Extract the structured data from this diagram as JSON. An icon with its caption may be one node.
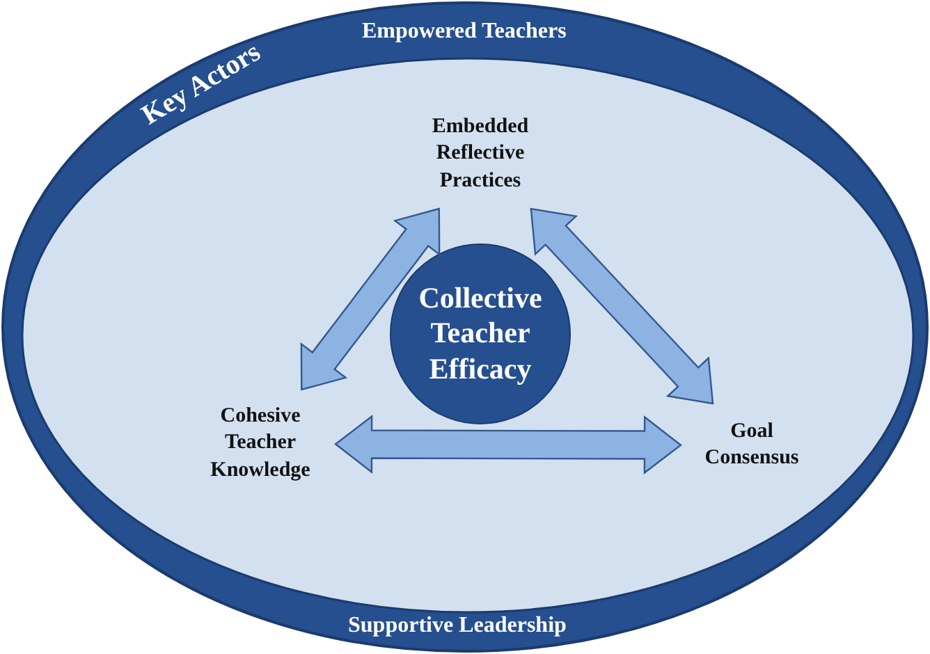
{
  "diagram": {
    "nodes": [
      {
        "text": [
          "Key Actors",
          "Empowered Teachers",
          "Supportive Leadership"
        ]
      },
      {
        "text": [
          "Embedded Reflective Practices"
        ],
        "in": 0
      },
      {
        "text": [
          "Collective Teacher Efficacy"
        ],
        "in": 0
      },
      {
        "text": [
          "Cohesive Teacher Knowledge"
        ],
        "in": 0
      },
      {
        "text": [
          "Goal Consensus"
        ],
        "in": 0
      }
    ],
    "edges": [
      {
        "from": 1,
        "to": 3,
        "arrow": "both"
      },
      {
        "from": 1,
        "to": 4,
        "arrow": "both"
      },
      {
        "from": 3,
        "to": 4,
        "arrow": "both"
      }
    ]
  }
}
